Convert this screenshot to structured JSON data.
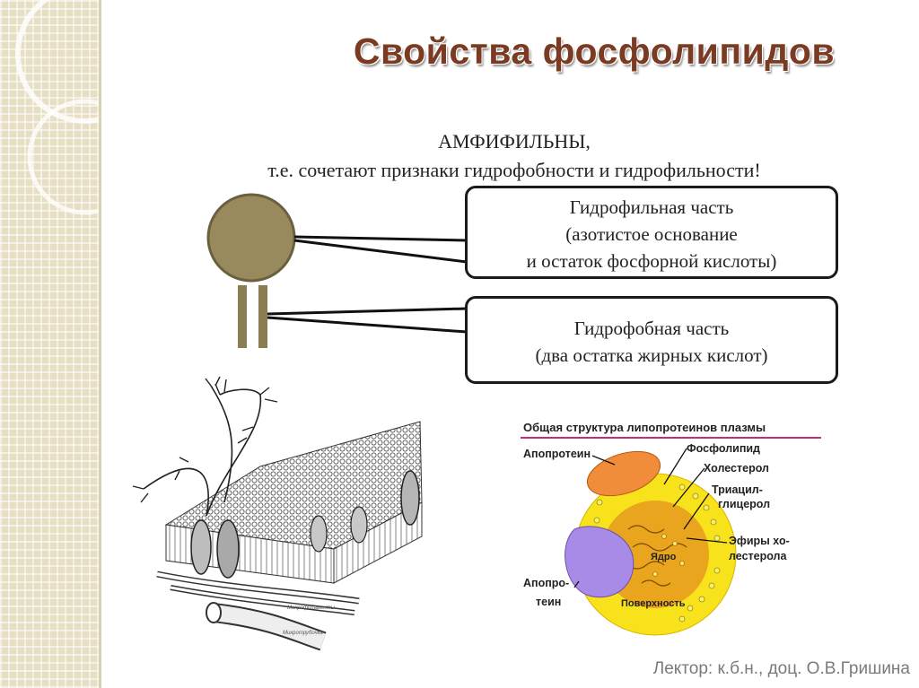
{
  "title": "Свойства фосфолипидов",
  "subtitle": {
    "line1": "АМФИФИЛЬНЫ,",
    "line2": "т.е. сочетают признаки гидрофобности и гидрофильности!"
  },
  "hydrophilic_box": {
    "line1": "Гидрофильная часть",
    "line2": "(азотистое основание",
    "line3": "и остаток фосфорной кислоты)"
  },
  "hydrophobic_box": {
    "line1": "Гидрофобная часть",
    "line2": "(два остатка жирных кислот)"
  },
  "membrane_figure": {
    "label_microfilaments": "Микрофиламенты",
    "label_microtubule": "Микротрубочка"
  },
  "lipoprotein_figure": {
    "title": "Общая структура липопротеинов плазмы",
    "apoprotein_top": "Апопротеин",
    "phospholipid": "Фосфолипид",
    "cholesterol": "Холестерол",
    "triacyl_line1": "Триацил-",
    "triacyl_line2": "глицерол",
    "esters_line1": "Эфиры хо-",
    "esters_line2": "лестерола",
    "apoprotein_bottom_line1": "Апопро-",
    "apoprotein_bottom_line2": "теин",
    "core": "Ядро",
    "surface": "Поверхность"
  },
  "colors": {
    "title": "#7b3b22",
    "head": "#998a5e",
    "lipoprotein_shell": "#f7e21c",
    "lipoprotein_core": "#e9a51d",
    "apoprotein_orange": "#f08c3a",
    "apoprotein_purple": "#a88be6"
  },
  "footer": {
    "lecturer": "Лектор: к.б.н., доц. О.В.Гришина"
  }
}
